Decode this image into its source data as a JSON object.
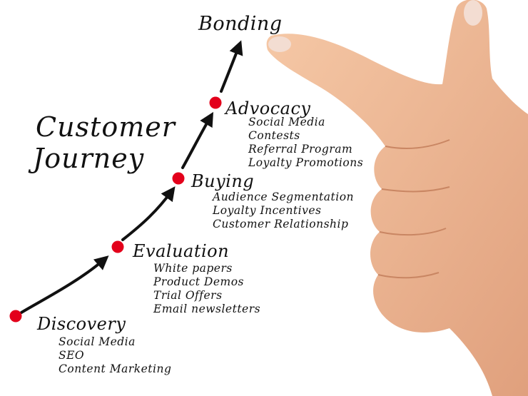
{
  "headline": {
    "line1": "Customer",
    "line2": "Journey"
  },
  "top_label": "Bonding",
  "stages": [
    {
      "title": "Discovery",
      "items": [
        "Social Media",
        "SEO",
        "Content Marketing"
      ]
    },
    {
      "title": "Evaluation",
      "items": [
        "White papers",
        "Product Demos",
        "Trial Offers",
        "Email newsletters"
      ]
    },
    {
      "title": "Buying",
      "items": [
        "Audience Segmentation",
        "Loyalty Incentives",
        "Customer Relationship"
      ]
    },
    {
      "title": "Advocacy",
      "items": [
        "Social Media",
        "Contests",
        "Referral Program",
        "Loyalty Promotions"
      ]
    }
  ],
  "colors": {
    "dot": "#e3001b",
    "ink": "#111111",
    "skin": "#efb896",
    "nail": "#f3ddd2"
  }
}
